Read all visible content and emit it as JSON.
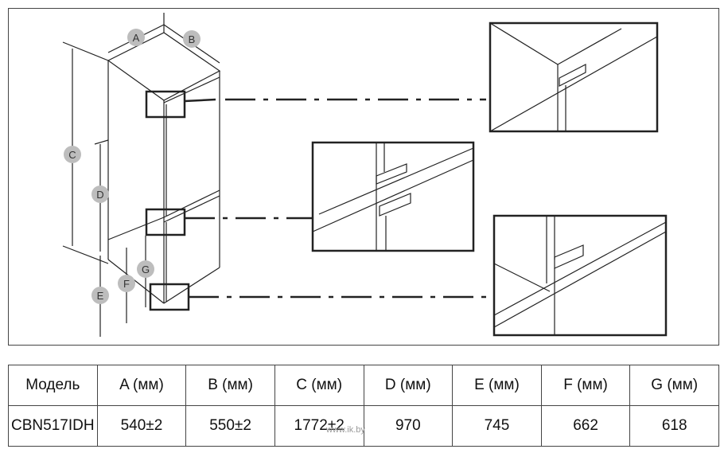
{
  "dimension_markers": [
    "A",
    "B",
    "C",
    "D",
    "E",
    "F",
    "G"
  ],
  "table": {
    "headers": [
      "Модель",
      "A (мм)",
      "B (мм)",
      "C (мм)",
      "D (мм)",
      "E (мм)",
      "F (мм)",
      "G (мм)"
    ],
    "rows": [
      [
        "CBN517IDH",
        "540±2",
        "550±2",
        "1772±2",
        "970",
        "745",
        "662",
        "618"
      ]
    ]
  },
  "watermark": "www.ik.by"
}
